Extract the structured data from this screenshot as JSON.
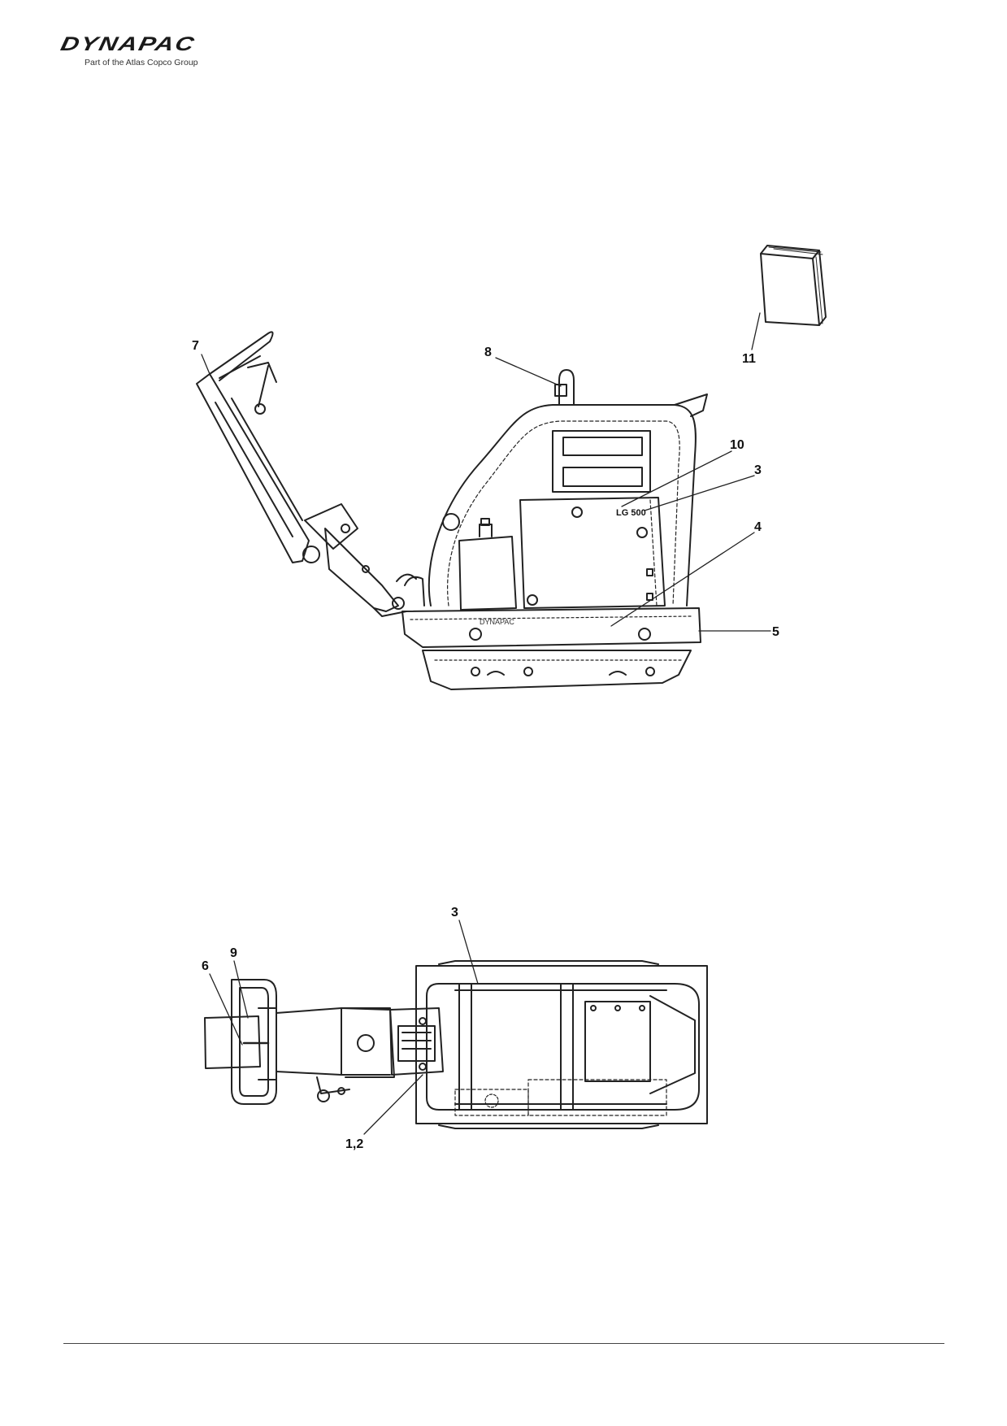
{
  "header": {
    "brand": "DYNAPAC",
    "tagline": "Part of the Atlas Copco Group"
  },
  "side_view": {
    "model_plate": "LG 500",
    "callouts": {
      "c7": "7",
      "c8": "8",
      "c11": "11",
      "c10": "10",
      "c3": "3",
      "c4": "4",
      "c5": "5"
    }
  },
  "top_view": {
    "callouts": {
      "c3": "3",
      "c6": "6",
      "c9": "9",
      "c12": "1,2"
    }
  }
}
